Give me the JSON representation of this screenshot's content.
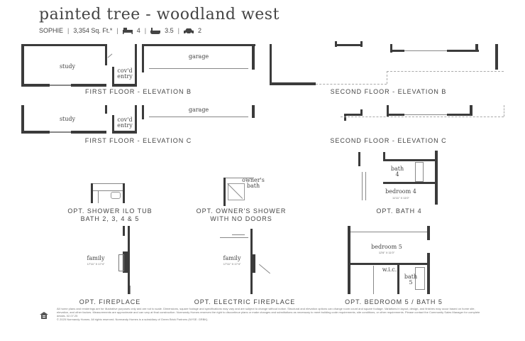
{
  "header": {
    "title": "painted tree - woodland west",
    "plan_name": "SOPHIE",
    "sqft": "3,354 Sq. Ft.*",
    "bedrooms": "4",
    "baths": "3.5",
    "garage": "2"
  },
  "icons": [
    "bed-icon",
    "bath-icon",
    "car-icon",
    "equal-housing-icon"
  ],
  "rooms": {
    "study": "study",
    "covd_entry": "cov'd\nentry",
    "garage": "garage",
    "bath4": "bath\n4",
    "bedroom4": "bedroom 4",
    "bedroom4_dim": "11'11\" X 11'0\"",
    "owners_bath": "owner's\nbath",
    "family": "family",
    "family_dim": "17'11\" X 17'4\"",
    "bedroom5": "bedroom 5",
    "bedroom5_dim": "12'6\" X 11'0\"",
    "wic": "w.i.c.",
    "bath5": "bath\n5"
  },
  "captions": {
    "first_b": "FIRST FLOOR - ELEVATION B",
    "second_b": "SECOND FLOOR - ELEVATION B",
    "first_c": "FIRST FLOOR - ELEVATION C",
    "second_c": "SECOND FLOOR - ELEVATION C",
    "opt_shower": "OPT. SHOWER ILO TUB\nBATH 2, 3, 4 & 5",
    "opt_owners_shower": "OPT. OWNER'S SHOWER\nWITH NO DOORS",
    "opt_bath4": "OPT. BATH 4",
    "opt_fireplace": "OPT. FIREPLACE",
    "opt_electric_fireplace": "OPT. ELECTRIC FIREPLACE",
    "opt_bedroom5": "OPT. BEDROOM 5 / BATH 5"
  },
  "footer": {
    "disclaimer": "All home plans and renderings are for illustrative purposes only and are not to scale. Dimensions, square footage and specifications may vary and are subject to change without notice. Structural and elevation options can change room count and square footage. Variations in layout, design, and finishes may occur based on home site, elevation, and other factors. Measurements are approximate and can vary at final construction. Normandy Homes reserves the right to discontinue plans or make changes and substitutions as necessary to meet building code requirements, site conditions, or other requirements. Please contact the Community Sales Manager for complete details. 02.07.25",
    "copyright": "© 2025 Normandy Homes. All rights reserved. Normandy Homes is a subsidiary of Green Brick Partners (NYSE: GRBK)."
  }
}
